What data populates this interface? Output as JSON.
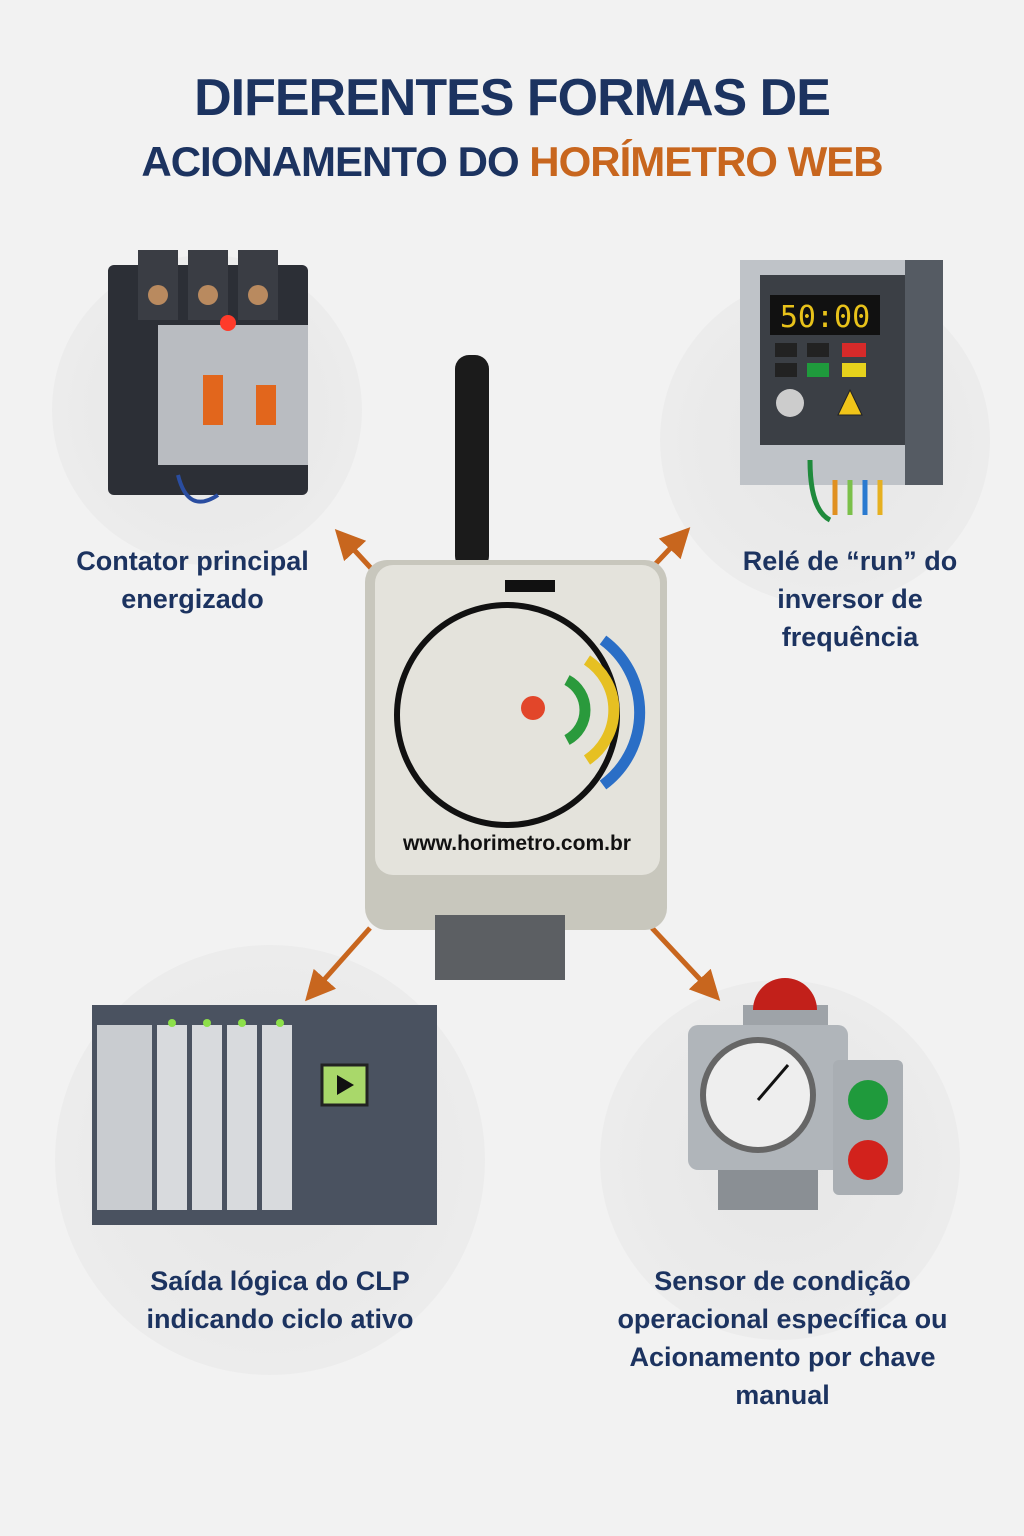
{
  "title": {
    "line1": "DIFERENTES FORMAS DE",
    "line2_prefix": "ACIONAMENTO DO",
    "line2_accent": "HORÍMETRO WEB"
  },
  "colors": {
    "navy": "#1c3360",
    "accent": "#c8661e"
  },
  "device": {
    "url": "www.horimetro.com.br"
  },
  "inverter": {
    "display": "50:00"
  },
  "items": [
    {
      "label": "Contator principal energizado"
    },
    {
      "label": "Relé de “run” do inversor de frequência"
    },
    {
      "label": "Saída lógica do CLP indicando ciclo ativo"
    },
    {
      "label": "Sensor de condição operacional específica ou Acionamento por chave manual"
    }
  ]
}
